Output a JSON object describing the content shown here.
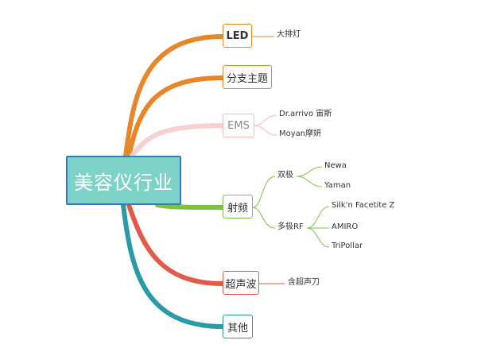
{
  "root": {
    "label": "美容仪行业"
  },
  "branches": {
    "led": {
      "label": "LED",
      "color": "#e8862a",
      "child": "大排灯"
    },
    "fenzhi": {
      "label": "分支主题",
      "color": "#e8862a"
    },
    "ems": {
      "label": "EMS",
      "color": "#f9cfcf",
      "children": [
        "Dr.arrivo 宙斯",
        "Moyan摩妍"
      ]
    },
    "rf": {
      "label": "射频",
      "color": "#7cc24a",
      "groups": [
        {
          "label": "双极",
          "children": [
            "Newa",
            "Yaman"
          ]
        },
        {
          "label": "多极RF",
          "children": [
            "Silk'n Facetite Z",
            "AMIRO",
            "TriPollar"
          ]
        }
      ]
    },
    "ultrasound": {
      "label": "超声波",
      "color": "#e35a4a",
      "child": "含超声刀"
    },
    "other": {
      "label": "其他",
      "color": "#2a9aa6"
    }
  }
}
